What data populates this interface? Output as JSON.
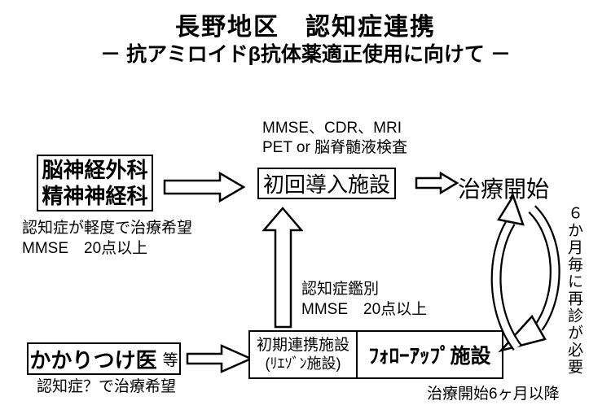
{
  "colors": {
    "ink": "#000000",
    "background": "#ffffff"
  },
  "header": {
    "title": "長野地区　認知症連携",
    "subtitle": "－ 抗アミロイドβ抗体薬適正使用に向けて －"
  },
  "referral_sources": {
    "neuro": {
      "line1": "脳神経外科",
      "line2": "精神神経科",
      "note_line1": "認知症が軽度で治療希望",
      "note_line2": "MMSE　20点以上"
    },
    "gp": {
      "label": "かかりつけ医",
      "suffix": "等",
      "note": "認知症？で治療希望"
    }
  },
  "facilities": {
    "initial": {
      "label": "初回導入施設",
      "tests_line1": "MMSE、CDR、MRI",
      "tests_line2": "PET or 脳脊髄液検査"
    },
    "liaison": {
      "line1": "初期連携施設",
      "line2": "(ﾘｴｿﾞﾝ施設)"
    },
    "followup": {
      "label": "ﾌｫﾛｰｱｯﾌﾟ施設",
      "note": "治療開始6ヶ月以降"
    }
  },
  "flow": {
    "treatment_start": "治療開始",
    "screening_line1": "認知症鑑別",
    "screening_line2": "MMSE　20点以上",
    "revisit_note": "６か月毎に再診が必要"
  },
  "arrows": {
    "neuro_to_initial": "block-arrow-right",
    "initial_to_treatment": "block-arrow-right",
    "gp_to_liaison": "block-arrow-right",
    "liaison_to_initial": "block-arrow-up",
    "treatment_followup_cycle": "curved-double-arrow"
  }
}
